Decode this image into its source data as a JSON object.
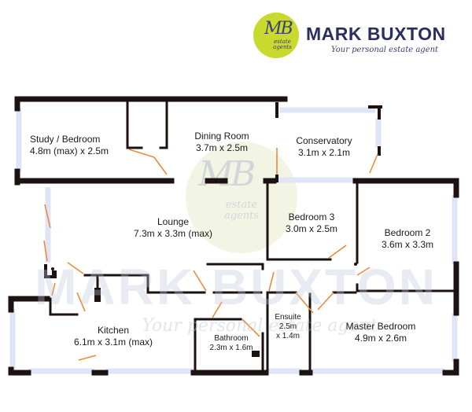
{
  "branding": {
    "monogram": "MB",
    "monogram_sub": "estate agents",
    "name": "MARK BUXTON",
    "tagline": "Your personal estate agent"
  },
  "watermark": {
    "monogram": "MB",
    "monogram_sub": "estate agents",
    "name": "MARK BUXTON",
    "tagline": "Your personal estate agent"
  },
  "colors": {
    "wall": "#1c1212",
    "window": "#dfe4f7",
    "door_swing": "#ee8a3a",
    "logo_circle": "#c9d92e",
    "brand_text": "#2b2f5e"
  },
  "rooms": {
    "study": {
      "name": "Study / Bedroom",
      "dims": "4.8m (max) x 2.5m"
    },
    "dining": {
      "name": "Dining Room",
      "dims": "3.7m x 2.5m"
    },
    "conservatory": {
      "name": "Conservatory",
      "dims": "3.1m x 2.1m"
    },
    "lounge": {
      "name": "Lounge",
      "dims": "7.3m x 3.3m (max)"
    },
    "bedroom3": {
      "name": "Bedroom 3",
      "dims": "3.0m x 2.5m"
    },
    "bedroom2": {
      "name": "Bedroom 2",
      "dims": "3.6m x 3.3m"
    },
    "kitchen": {
      "name": "Kitchen",
      "dims": "6.1m x 3.1m (max)"
    },
    "bathroom": {
      "name": "Bathroom",
      "dims": "2.3m x 1.6m"
    },
    "ensuite": {
      "name": "Ensuite",
      "dims_line1": "2.5m",
      "dims_line2": "x 1.4m"
    },
    "master": {
      "name": "Master Bedroom",
      "dims": "4.9m x 2.6m"
    }
  }
}
